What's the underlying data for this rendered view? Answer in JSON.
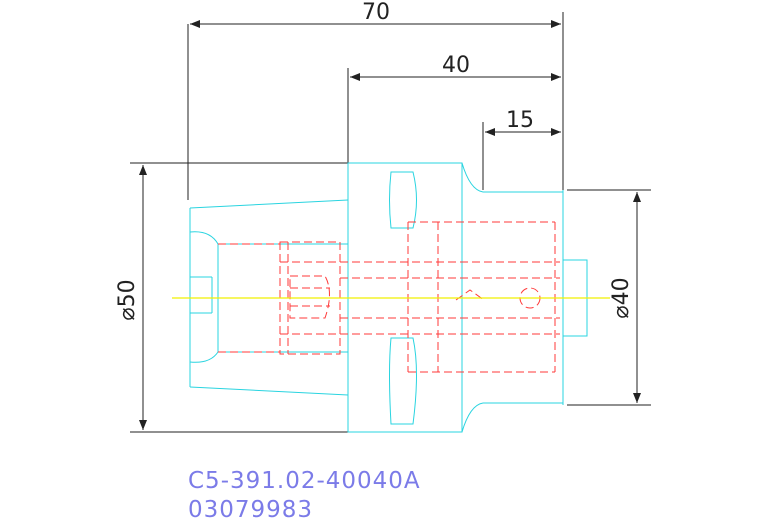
{
  "drawing": {
    "dimensions": {
      "overall_length": "70",
      "shank_length": "40",
      "neck_length": "15",
      "flange_diameter": "⌀50",
      "shank_diameter": "⌀40"
    },
    "part_number": "C5-391.02-40040A",
    "order_number": "03079983"
  },
  "colors": {
    "outline": "#2ad4e0",
    "hidden_lines": "#ff3a3a",
    "centerline": "#f0f000",
    "dimension": "#222222",
    "caption": "#7b7be8"
  }
}
